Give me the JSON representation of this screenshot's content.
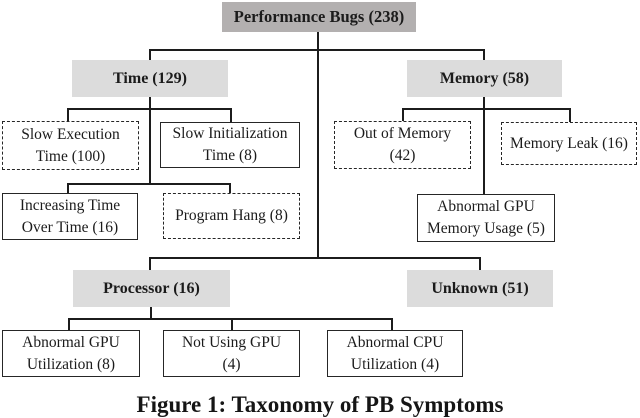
{
  "caption": "Figure 1: Taxonomy of PB Symptoms",
  "taxonomy": {
    "root": {
      "label": "Performance Bugs (238)",
      "count": 238,
      "fill": "#b3b0b0"
    },
    "branches": [
      {
        "label": "Time (129)",
        "count": 129,
        "children": [
          {
            "label": "Slow Execution\nTime (100)",
            "count": 100,
            "border": "dashed"
          },
          {
            "label": "Slow Initialization\nTime (8)",
            "count": 8,
            "border": "solid"
          },
          {
            "label": "Increasing Time\nOver Time (16)",
            "count": 16,
            "border": "solid"
          },
          {
            "label": "Program Hang (8)",
            "count": 8,
            "border": "dashed"
          }
        ]
      },
      {
        "label": "Memory (58)",
        "count": 58,
        "children": [
          {
            "label": "Out of Memory\n(42)",
            "count": 42,
            "border": "dashed"
          },
          {
            "label": "Memory Leak (16)",
            "count": 16,
            "border": "dashed"
          },
          {
            "label": "Abnormal GPU\nMemory Usage (5)",
            "count": 5,
            "border": "solid"
          }
        ]
      },
      {
        "label": "Processor (16)",
        "count": 16,
        "children": [
          {
            "label": "Abnormal GPU\nUtilization (8)",
            "count": 8,
            "border": "solid"
          },
          {
            "label": "Not Using GPU\n(4)",
            "count": 4,
            "border": "solid"
          },
          {
            "label": "Abnormal CPU\nUtilization (4)",
            "count": 4,
            "border": "solid"
          }
        ]
      },
      {
        "label": "Unknown (51)",
        "count": 51,
        "children": []
      }
    ]
  },
  "colors": {
    "root_bg": "#b3b0b0",
    "category_bg": "#dcdcdc",
    "line": "#1c1c1c",
    "background": "#ffffff"
  }
}
